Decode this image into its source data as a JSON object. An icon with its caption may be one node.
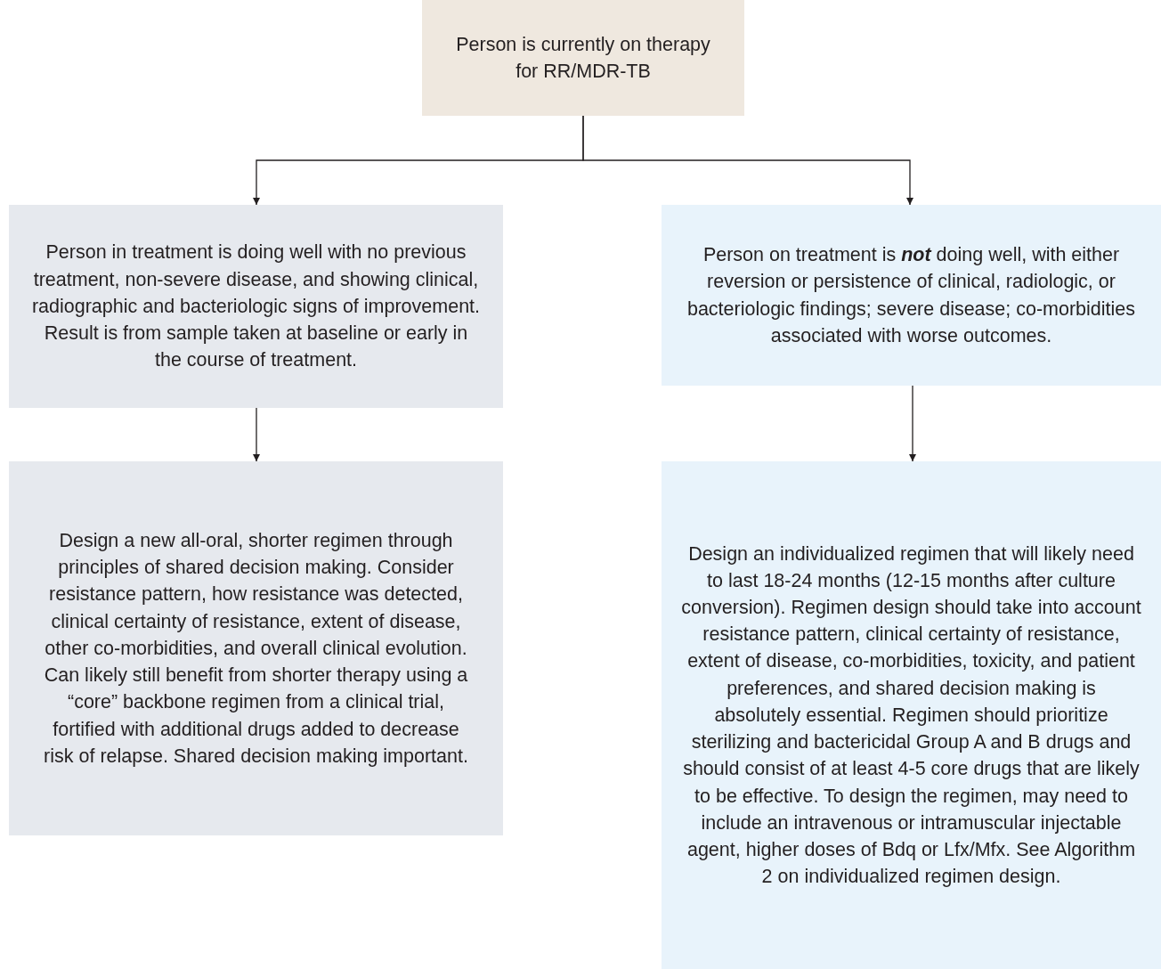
{
  "diagram": {
    "nodes": [
      {
        "text": [
          "Person is currently on therapy for RR/MDR-TB"
        ]
      },
      {
        "text": [
          "Person in treatment is doing well with no previous treatment, non-severe disease, and showing clinical, radiographic and bacteriologic signs of improvement. Result is from sample taken at baseline or early in the course of treatment."
        ]
      },
      {
        "text": [
          "Person on treatment is **not** doing well, with either reversion or persistence of clinical, radiologic, or bacteriologic findings; severe disease; co-morbidities associated with worse outcomes."
        ]
      },
      {
        "text": [
          "Design a new all-oral, shorter regimen through principles of shared decision making. Consider resistance pattern, how resistance was detected, clinical certainty of resistance, extent of disease, other co-morbidities, and overall clinical evolution. Can likely still benefit from shorter therapy using a “core” backbone regimen from a clinical trial, fortified with additional drugs added to decrease risk of relapse. Shared decision making important."
        ]
      },
      {
        "text": [
          "Design an individualized regimen that will likely need to last 18-24 months (12-15 months after culture conversion). Regimen design should take into account resistance pattern, clinical certainty of resistance, extent of disease, co-morbidities, toxicity, and patient preferences, and shared decision making is absolutely essential. Regimen should prioritize sterilizing and bactericidal Group A and B drugs and should consist of at least 4-5 core drugs that are likely to be effective. To design the regimen, may need to include an intravenous or intramuscular injectable agent, higher doses of Bdq or Lfx/Mfx. See Algorithm 2 on individualized regimen design."
        ]
      }
    ],
    "edges": [
      {
        "from": 0,
        "to": 1,
        "arrow": "to"
      },
      {
        "from": 0,
        "to": 2,
        "arrow": "to"
      },
      {
        "from": 1,
        "to": 3,
        "arrow": "to"
      },
      {
        "from": 2,
        "to": 4,
        "arrow": "to"
      }
    ]
  }
}
